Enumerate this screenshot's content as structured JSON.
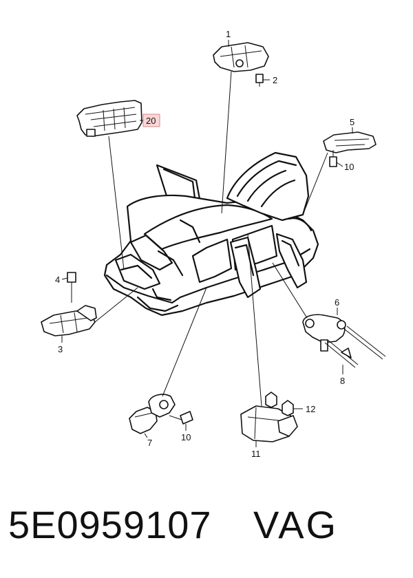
{
  "callouts": {
    "c1": "1",
    "c2": "2",
    "c3": "3",
    "c4": "4",
    "c5": "5",
    "c6": "6",
    "c7": "7",
    "c8": "8",
    "c10a": "10",
    "c10b": "10",
    "c11": "11",
    "c12": "12",
    "c20": "20"
  },
  "caption": {
    "part_number": "5E0959107",
    "brand": "VAG"
  },
  "colors": {
    "highlight_fill": "#fbd7d7",
    "highlight_stroke": "#d98a8a",
    "line": "#111111"
  }
}
